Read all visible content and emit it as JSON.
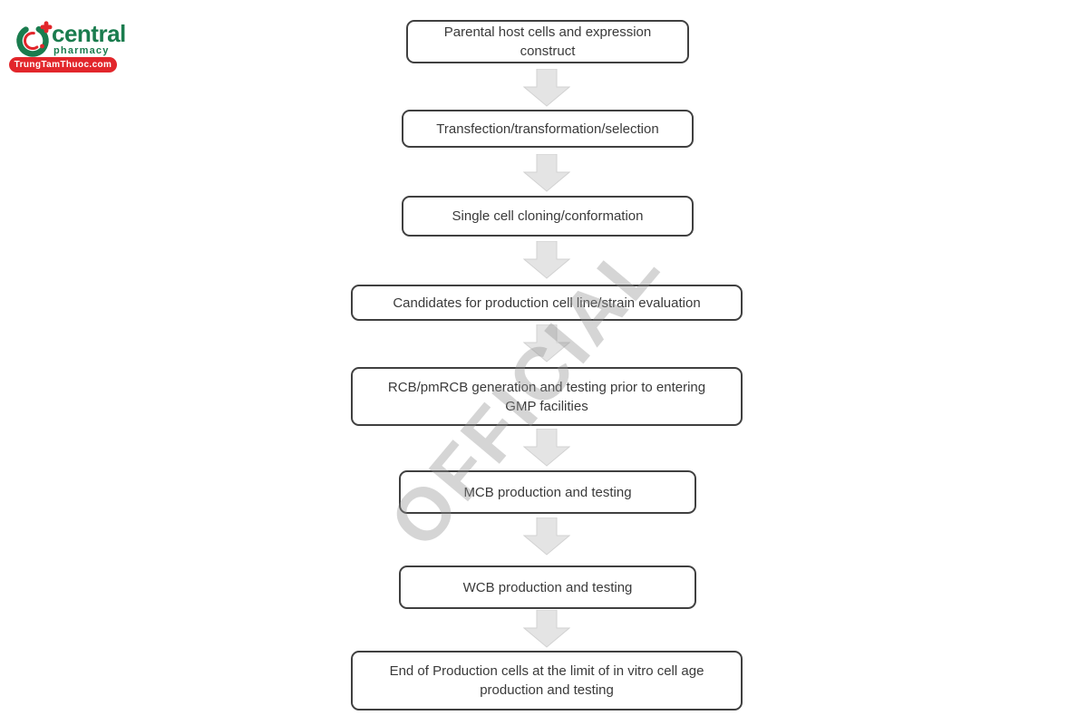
{
  "colors": {
    "page-bg": "#ffffff",
    "box-border": "#404040",
    "box-text": "#3a3a3a",
    "arrow-fill": "#e4e4e4",
    "arrow-stroke": "#d2d2d2",
    "logo-green": "#1a7c4e",
    "logo-red": "#e2262b"
  },
  "logo": {
    "brand": "central",
    "subtitle": "pharmacy",
    "banner": "TrungTamThuoc.com"
  },
  "watermark": {
    "text": "OFFICIAL"
  },
  "flowchart": {
    "type": "vertical-flow",
    "steps": [
      {
        "label": "Parental host cells and expression\nconstruct"
      },
      {
        "label": "Transfection/transformation/selection"
      },
      {
        "label": "Single cell cloning/conformation"
      },
      {
        "label": "Candidates for production cell line/strain evaluation"
      },
      {
        "label": "RCB/pmRCB generation and testing prior to entering\nGMP facilities"
      },
      {
        "label": "MCB production and testing"
      },
      {
        "label": "WCB production and testing"
      },
      {
        "label": "End of Production cells at the limit of in vitro cell age\nproduction and testing"
      }
    ]
  }
}
